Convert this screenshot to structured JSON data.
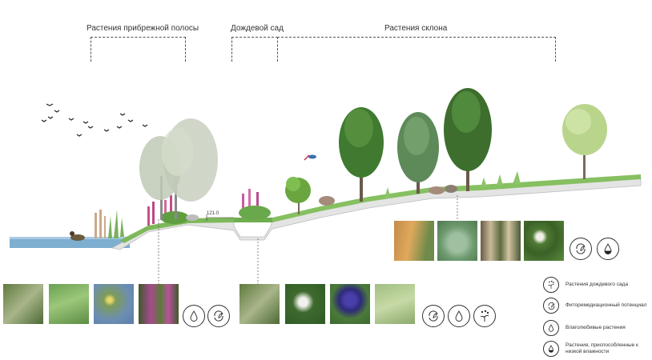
{
  "zones": {
    "shore": "Растения прибрежной полосы",
    "rain_garden": "Дождевой сад",
    "slope": "Растения склона"
  },
  "dimension_label": "121.0",
  "legend": {
    "rain_garden_plants": "Растения дождевого сада",
    "phytoremediation": "Фиторемедиационный потенциал",
    "moisture_loving": "Влаголюбивые растения",
    "low_moisture": "Растения, приспособленные к низкой влажности"
  },
  "colors": {
    "water": "#6fa3c7",
    "grass": "#7db85a",
    "ground": "#c9c9c9",
    "tree_dark": "#3e6e2e",
    "tree_light": "#b7d28a"
  }
}
